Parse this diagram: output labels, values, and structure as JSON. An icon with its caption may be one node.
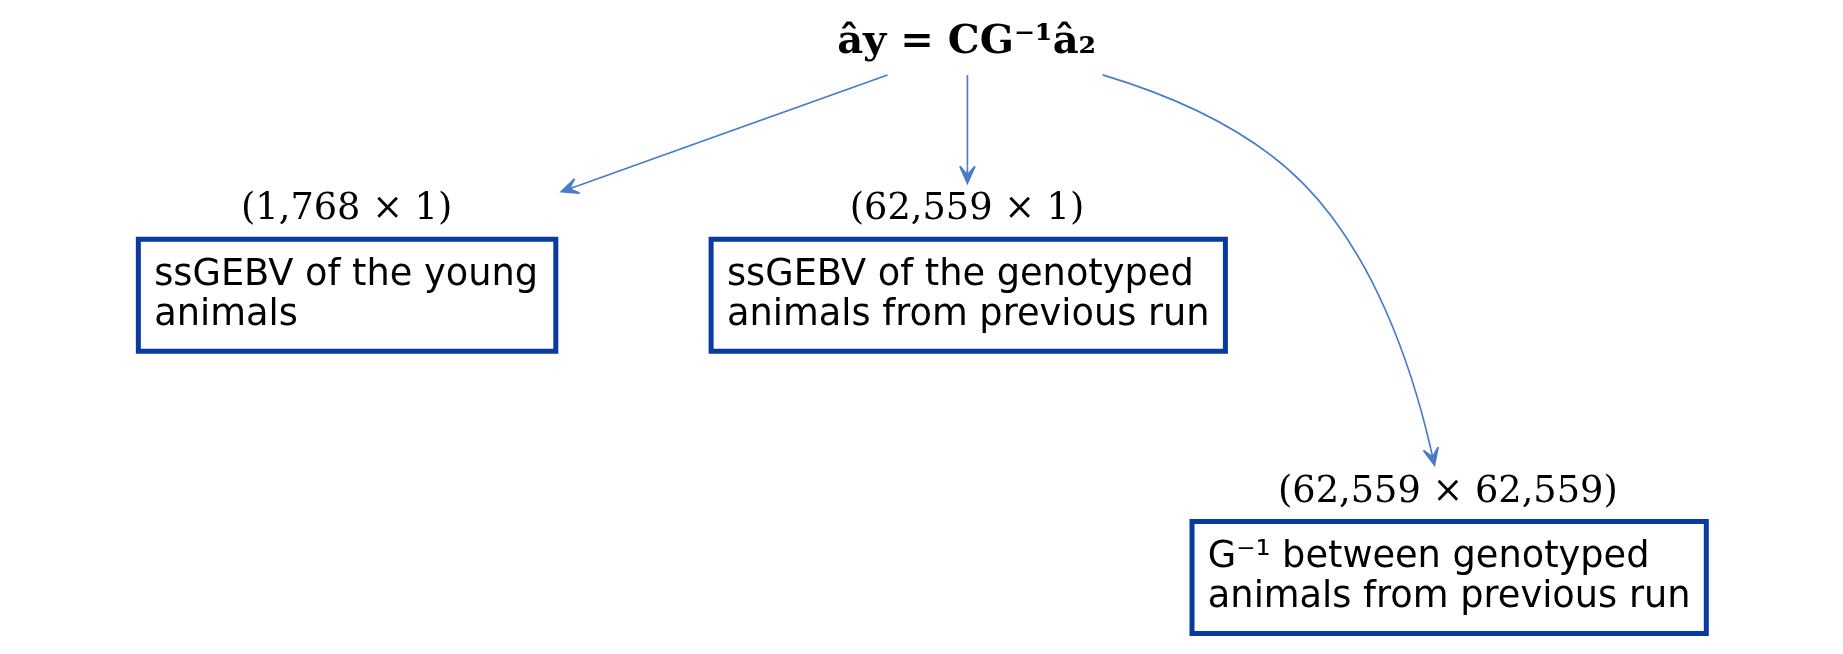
{
  "diagram": {
    "nodes": [
      {
        "text": [
          "ây = CG⁻¹â₂"
        ]
      },
      {
        "text": [
          "ssGEBV of the young animals"
        ],
        "beside": [
          "(1,768 × 1)"
        ]
      },
      {
        "text": [
          "ssGEBV of the genotyped animals from previous run"
        ],
        "beside": [
          "(62,559 × 1)"
        ]
      },
      {
        "text": [
          "G⁻¹ between genotyped animals from previous run"
        ],
        "beside": [
          "(62,559 × 62,559)"
        ]
      }
    ],
    "edges": [
      {
        "from": 0,
        "to": 1,
        "arrow": "to"
      },
      {
        "from": 0,
        "to": 3,
        "arrow": "to"
      },
      {
        "from": 0,
        "to": 2,
        "arrow": "to"
      }
    ]
  }
}
